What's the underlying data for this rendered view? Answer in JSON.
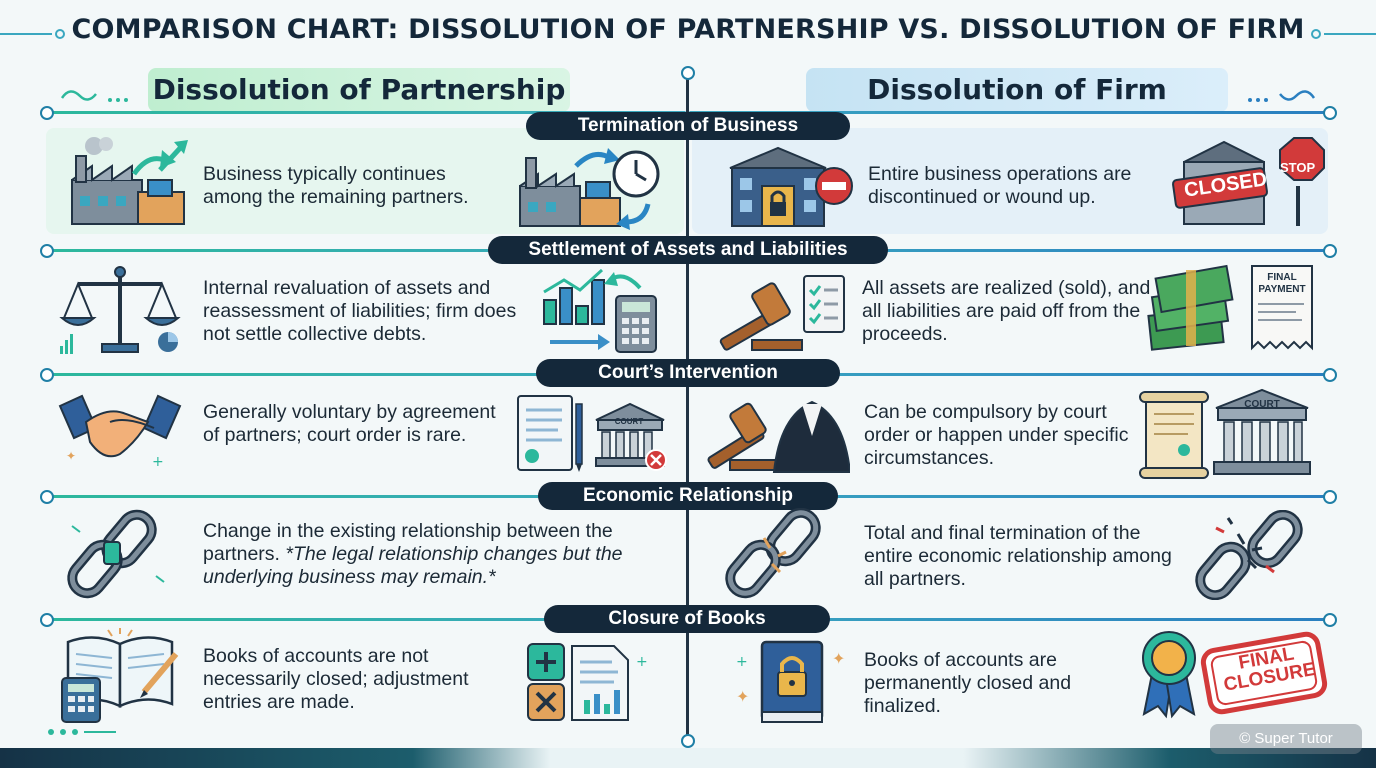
{
  "title": "COMPARISON CHART: DISSOLUTION OF PARTNERSHIP VS. DISSOLUTION OF FIRM",
  "columns": {
    "left": "Dissolution of Partnership",
    "right": "Dissolution of Firm"
  },
  "rows": [
    {
      "heading": "Termination of Business",
      "left": "Business typically continues among the remaining partners.",
      "right": "Entire business operations are discontinued or wound up."
    },
    {
      "heading": "Settlement of Assets and Liabilities",
      "left": "Internal revaluation of assets and reassessment of liabilities; firm does not settle collective debts.",
      "right": "All assets are realized (sold), and all liabilities are paid off from the proceeds."
    },
    {
      "heading": "Court’s Intervention",
      "left": "Generally voluntary by agreement of partners; court order is rare.",
      "right": "Can be compulsory by court order or happen under specific circumstances."
    },
    {
      "heading": "Economic Relationship",
      "left": "Change in the existing relationship between the partners.",
      "left_note": "*The legal relationship changes but the underlying business may remain.*",
      "right": "Total and final termination of the entire economic relationship among all partners."
    },
    {
      "heading": "Closure of Books",
      "left": "Books of accounts are not necessarily closed; adjustment entries are made.",
      "right": "Books of accounts are permanently closed and finalized."
    }
  ],
  "icon_labels": {
    "closed_sign": "CLOSED",
    "stop_sign": "STOP",
    "final_payment": "FINAL PAYMENT",
    "court_left": "COURT",
    "court_right": "COURT",
    "stamp": "FINAL CLOSURE"
  },
  "watermark": "© Super Tutor",
  "colors": {
    "dark_navy": "#14283a",
    "teal": "#2cb89c",
    "blue": "#2a7fc0",
    "left_header_bg": "#bfeed0",
    "right_header_bg": "#c5e3f3",
    "red": "#d23a3a"
  }
}
